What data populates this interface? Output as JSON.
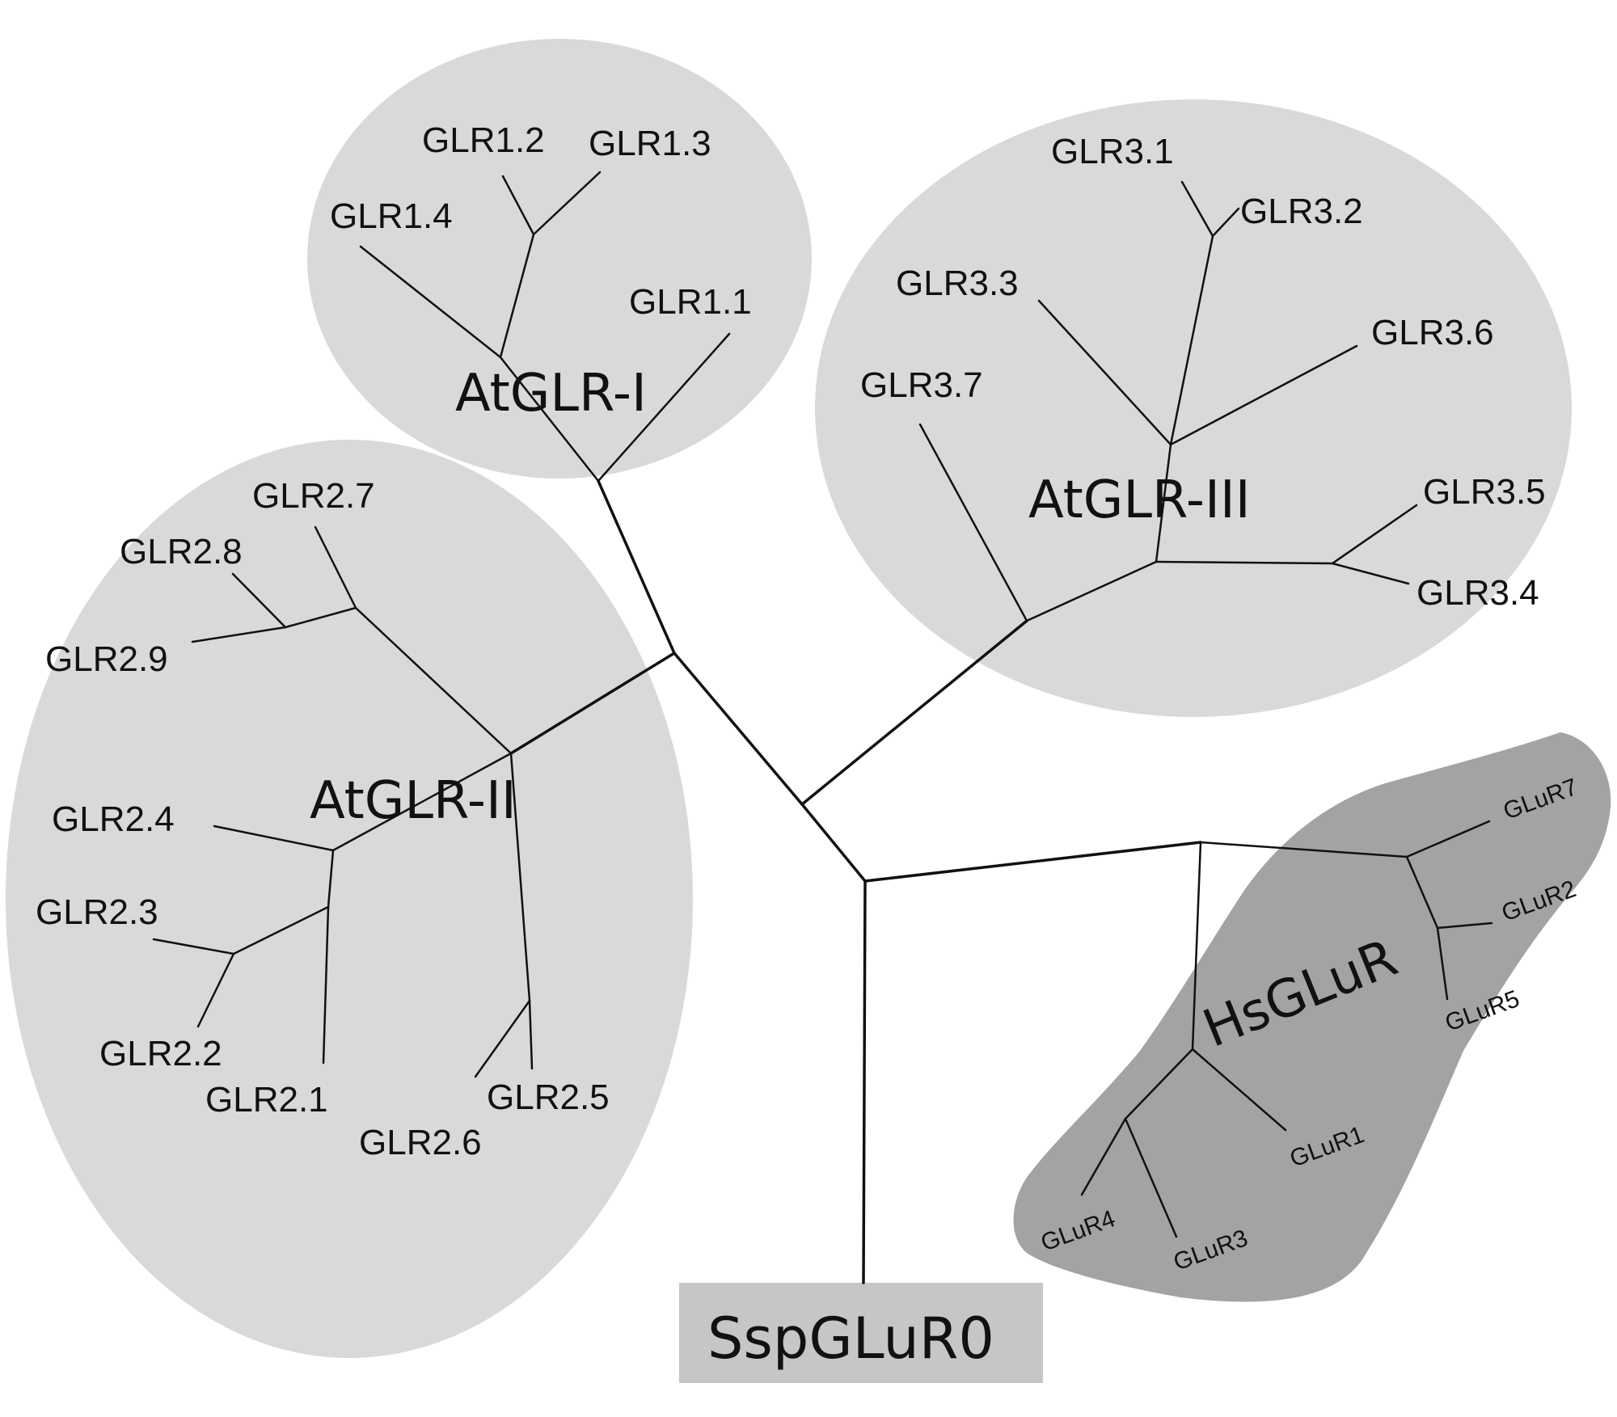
{
  "colors": {
    "plant_group_fill": "#d9d9d9",
    "human_group_fill": "#a3a3a3",
    "root_box_fill": "#c6c6c6",
    "branch": "#111111",
    "text": "#111111"
  },
  "groups": {
    "atglr1": "AtGLR-I",
    "atglr2": "AtGLR-II",
    "atglr3": "AtGLR-III",
    "hsglur": "HsGLuR"
  },
  "root": {
    "label": "SspGLuR0"
  },
  "leaves": {
    "glr1_1": "GLR1.1",
    "glr1_2": "GLR1.2",
    "glr1_3": "GLR1.3",
    "glr1_4": "GLR1.4",
    "glr2_1": "GLR2.1",
    "glr2_2": "GLR2.2",
    "glr2_3": "GLR2.3",
    "glr2_4": "GLR2.4",
    "glr2_5": "GLR2.5",
    "glr2_6": "GLR2.6",
    "glr2_7": "GLR2.7",
    "glr2_8": "GLR2.8",
    "glr2_9": "GLR2.9",
    "glr3_1": "GLR3.1",
    "glr3_2": "GLR3.2",
    "glr3_3": "GLR3.3",
    "glr3_4": "GLR3.4",
    "glr3_5": "GLR3.5",
    "glr3_6": "GLR3.6",
    "glr3_7": "GLR3.7",
    "glur1": "GLuR1",
    "glur2": "GLuR2",
    "glur3": "GLuR3",
    "glur4": "GLuR4",
    "glur5": "GLuR5",
    "glur7": "GLuR7"
  }
}
